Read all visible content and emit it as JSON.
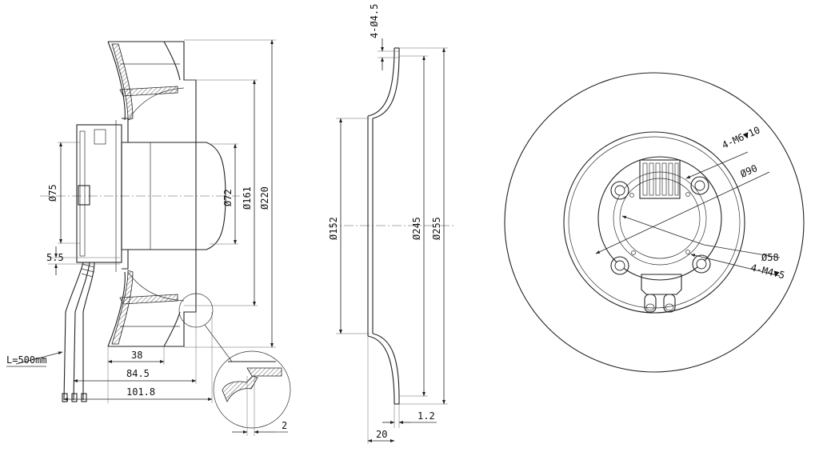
{
  "side_view": {
    "dims": {
      "d75": "Ø75",
      "d72": "Ø72",
      "d161": "Ø161",
      "d220": "Ø220",
      "h5_5": "5.5",
      "w38": "38",
      "w84_5": "84.5",
      "w101_8": "101.8",
      "detail2": "2"
    },
    "cable_label": "L=500mm"
  },
  "inlet_ring": {
    "dims": {
      "holes": "4-Ø4.5",
      "d152": "Ø152",
      "d245": "Ø245",
      "d255": "Ø255",
      "t1_2": "1.2",
      "w20": "20"
    }
  },
  "front_view": {
    "dims": {
      "m6": "4-M6▼10",
      "d90": "Ø90",
      "d58": "Ø58",
      "m4": "4-M4▼5"
    }
  }
}
